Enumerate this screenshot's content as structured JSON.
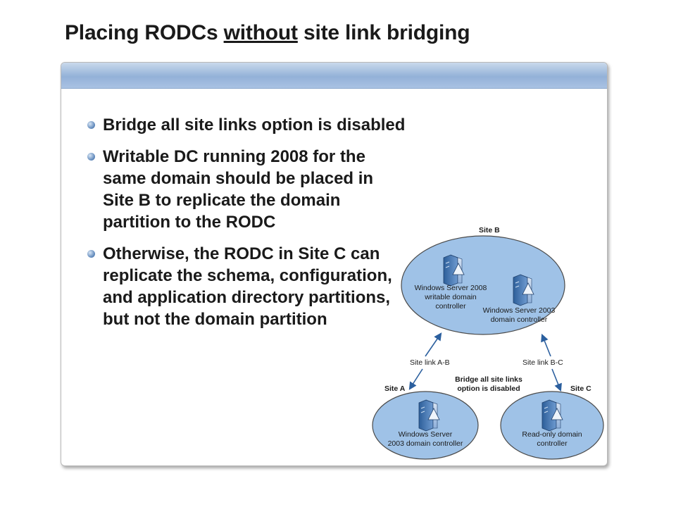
{
  "title": {
    "before": "Placing RODCs ",
    "underlined": "without",
    "after": " site link bridging"
  },
  "bullets": [
    "Bridge all site links option is disabled",
    "Writable DC running 2008 for the same domain should be placed in Site B to replicate the domain partition to the RODC",
    "Otherwise, the RODC in Site C can replicate the schema, configuration, and application directory partitions, but not the domain partition"
  ],
  "diagram": {
    "site_b": {
      "label": "Site B",
      "server1_lines": [
        "Windows Server 2008",
        "writable domain",
        "controller"
      ],
      "server2_lines": [
        "Windows Server 2003",
        "domain controller"
      ]
    },
    "site_a": {
      "label": "Site A",
      "server_lines": [
        "Windows Server",
        "2003 domain controller"
      ]
    },
    "site_c": {
      "label": "Site C",
      "server_lines": [
        "Read-only domain",
        "controller"
      ]
    },
    "link_ab": "Site link A-B",
    "link_bc": "Site link B-C",
    "bridge_note_lines": [
      "Bridge all site links",
      "option is disabled"
    ]
  },
  "colors": {
    "site_fill": "#9fc2e7",
    "site_stroke": "#4a4a4a",
    "accent_blue": "#3f78b8"
  }
}
